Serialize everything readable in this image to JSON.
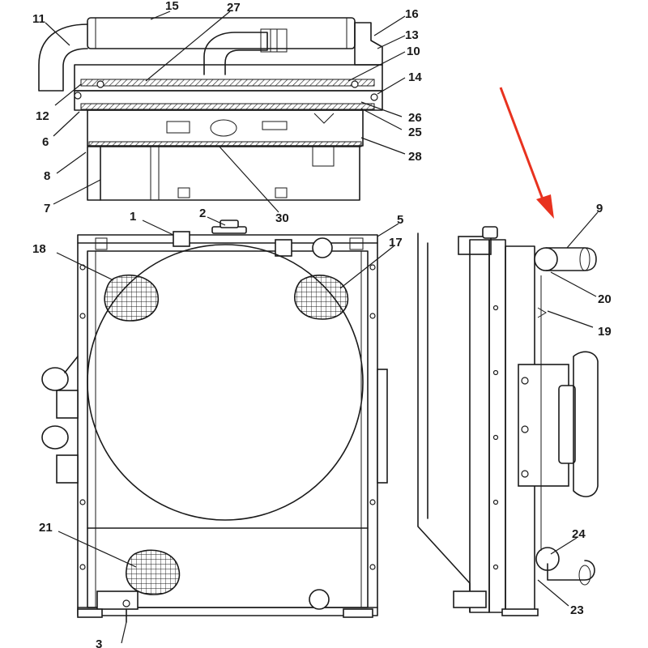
{
  "diagram": {
    "callouts": [
      "15",
      "27",
      "11",
      "16",
      "13",
      "10",
      "14",
      "12",
      "26",
      "6",
      "25",
      "28",
      "8",
      "7",
      "30",
      "2",
      "1",
      "5",
      "9",
      "18",
      "17",
      "20",
      "19",
      "21",
      "24",
      "23",
      "3"
    ],
    "arrow_color": "#e8321f",
    "line_color": "#1a1a1a",
    "mesh_pattern": "crosshatch-grid",
    "views": [
      "top-view",
      "front-view",
      "side-view"
    ]
  }
}
